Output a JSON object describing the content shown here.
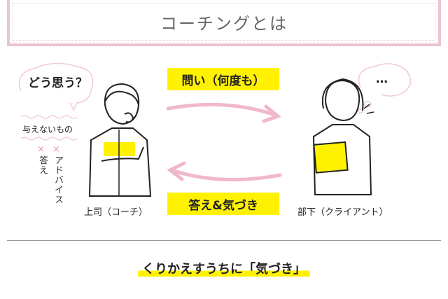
{
  "title": "コーチングとは",
  "coach": {
    "thought": "どう思う？",
    "label": "上司（コーチ）",
    "not_given_heading": "与えないもの",
    "not_given": [
      "答え",
      "アドバイス"
    ],
    "cross_mark": "×"
  },
  "client": {
    "thought": "…",
    "label": "部下（クライアント）"
  },
  "arrows": {
    "question": "問い（何度も）",
    "answer": "答え&気づき"
  },
  "conclusion": "くりかえすうちに「気づき」",
  "colors": {
    "pink": "#efc3d3",
    "yellow": "#fff200",
    "arrow": "#f1b8ca"
  }
}
